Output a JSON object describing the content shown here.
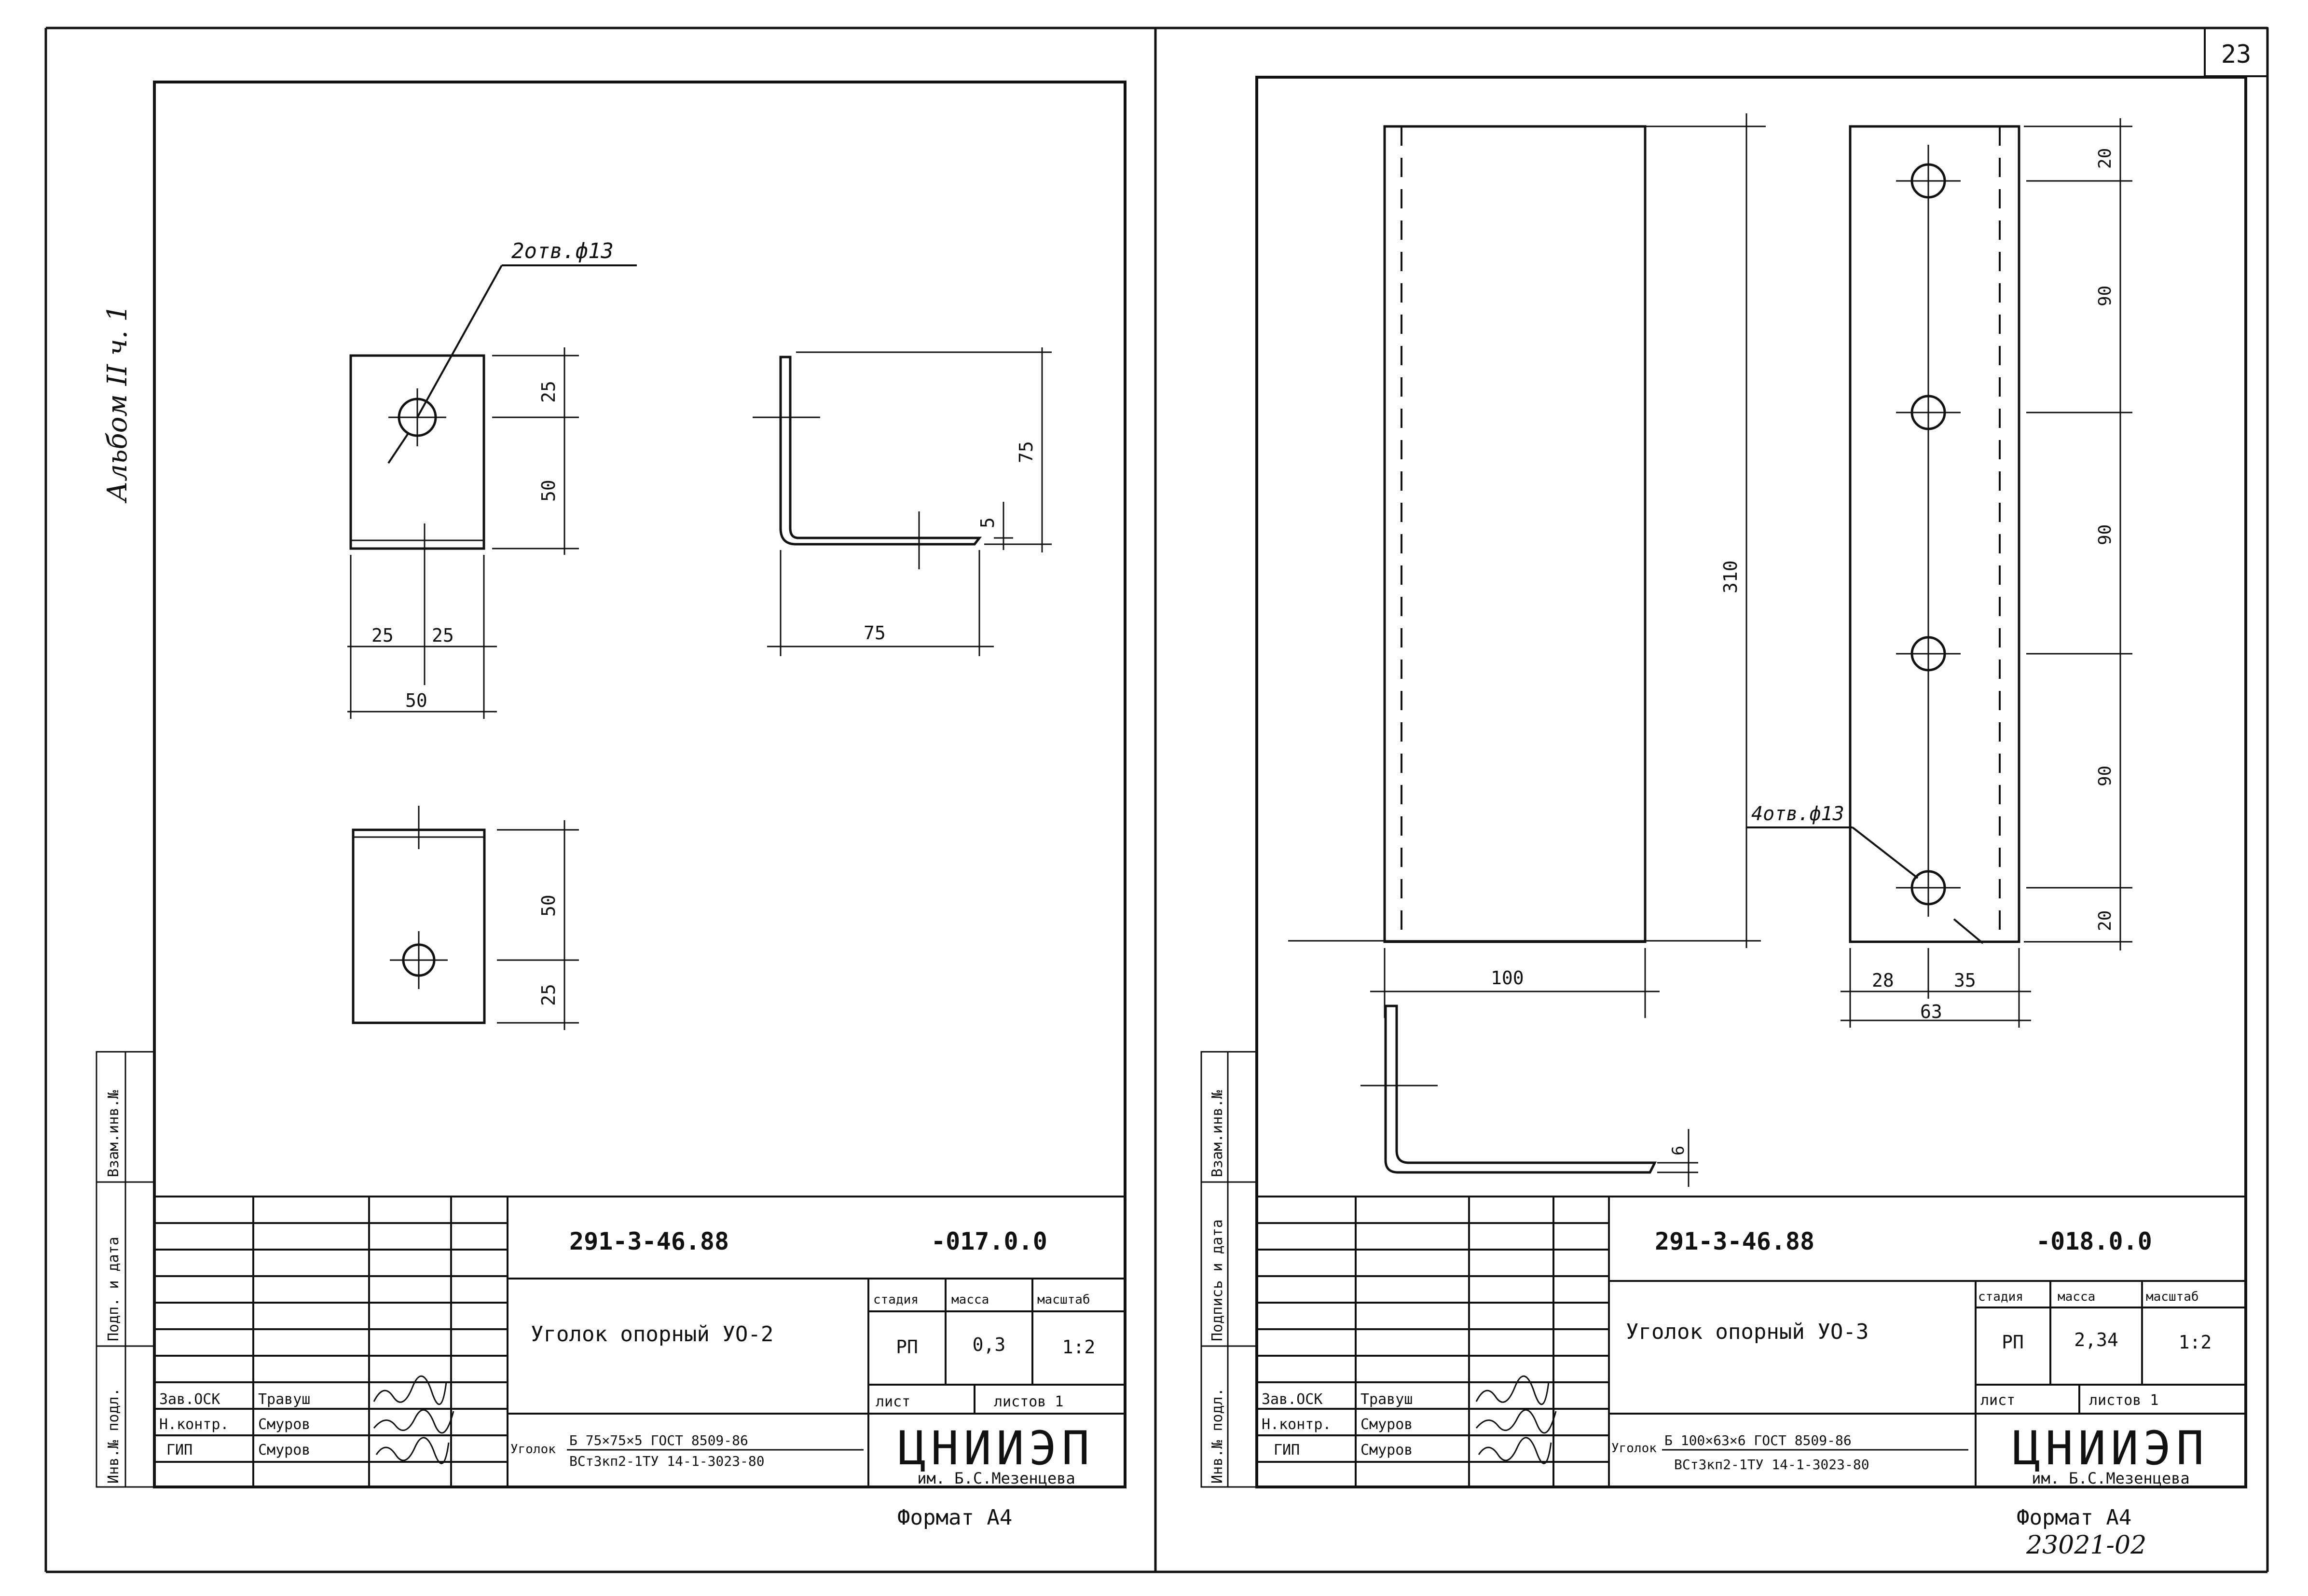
{
  "sheet_number": "23",
  "album_label": "Альбом II ч. 1",
  "archive_number": "23021-02",
  "sheets": [
    {
      "doc_code": "291-3-46.88",
      "part_code": "-017.0.0",
      "title": "Уголок опорный УО-2",
      "stage_header": "стадия",
      "mass_header": "масса",
      "scale_header": "масштаб",
      "stage": "РП",
      "mass": "0,3",
      "scale": "1:2",
      "sheet_label": "лист",
      "sheets_label": "листов 1",
      "org_name": "ЦНИИЭП",
      "org_sub": "им. Б.С.Мезенцева",
      "format": "Формат А4",
      "material_prefix": "Уголок",
      "material_top": "Б 75×75×5 ГОСТ 8509-86",
      "material_bottom": "ВСт3кп2-1ТУ 14-1-3023-80",
      "staff": [
        {
          "role": "Зав.ОСК",
          "name": "Травуш"
        },
        {
          "role": "Н.контр.",
          "name": "Смуров"
        },
        {
          "role": "ГИП",
          "name": "Смуров"
        }
      ],
      "stamps": {
        "inv": "Инв.№ подл.",
        "sign": "Подп. и дата",
        "replace": "Взам.инв.№"
      },
      "holes_note": "2отв.ф13",
      "dims": {
        "d25a": "25",
        "d50a": "50",
        "d25b": "25",
        "d25c": "25",
        "d50b": "50",
        "d75a": "75",
        "d5": "5",
        "d75b": "75",
        "d50c": "50",
        "d25d": "25"
      }
    },
    {
      "doc_code": "291-3-46.88",
      "part_code": "-018.0.0",
      "title": "Уголок опорный УО-3",
      "stage_header": "стадия",
      "mass_header": "масса",
      "scale_header": "масштаб",
      "stage": "РП",
      "mass": "2,34",
      "scale": "1:2",
      "sheet_label": "лист",
      "sheets_label": "листов 1",
      "org_name": "ЦНИИЭП",
      "org_sub": "им. Б.С.Мезенцева",
      "format": "Формат А4",
      "material_prefix": "Уголок",
      "material_top": "Б 100×63×6 ГОСТ 8509-86",
      "material_bottom": "ВСт3кп2-1ТУ 14-1-3023-80",
      "staff": [
        {
          "role": "Зав.ОСК",
          "name": "Травуш"
        },
        {
          "role": "Н.контр.",
          "name": "Смуров"
        },
        {
          "role": "ГИП",
          "name": "Смуров"
        }
      ],
      "stamps": {
        "inv": "Инв.№ подл.",
        "sign": "Подпись и дата",
        "replace": "Взам.инв.№"
      },
      "holes_note": "4отв.ф13",
      "dims": {
        "d310": "310",
        "d100": "100",
        "d20a": "20",
        "d90a": "90",
        "d90b": "90",
        "d90c": "90",
        "d20b": "20",
        "d28": "28",
        "d35": "35",
        "d63": "63",
        "d6": "6"
      }
    }
  ]
}
